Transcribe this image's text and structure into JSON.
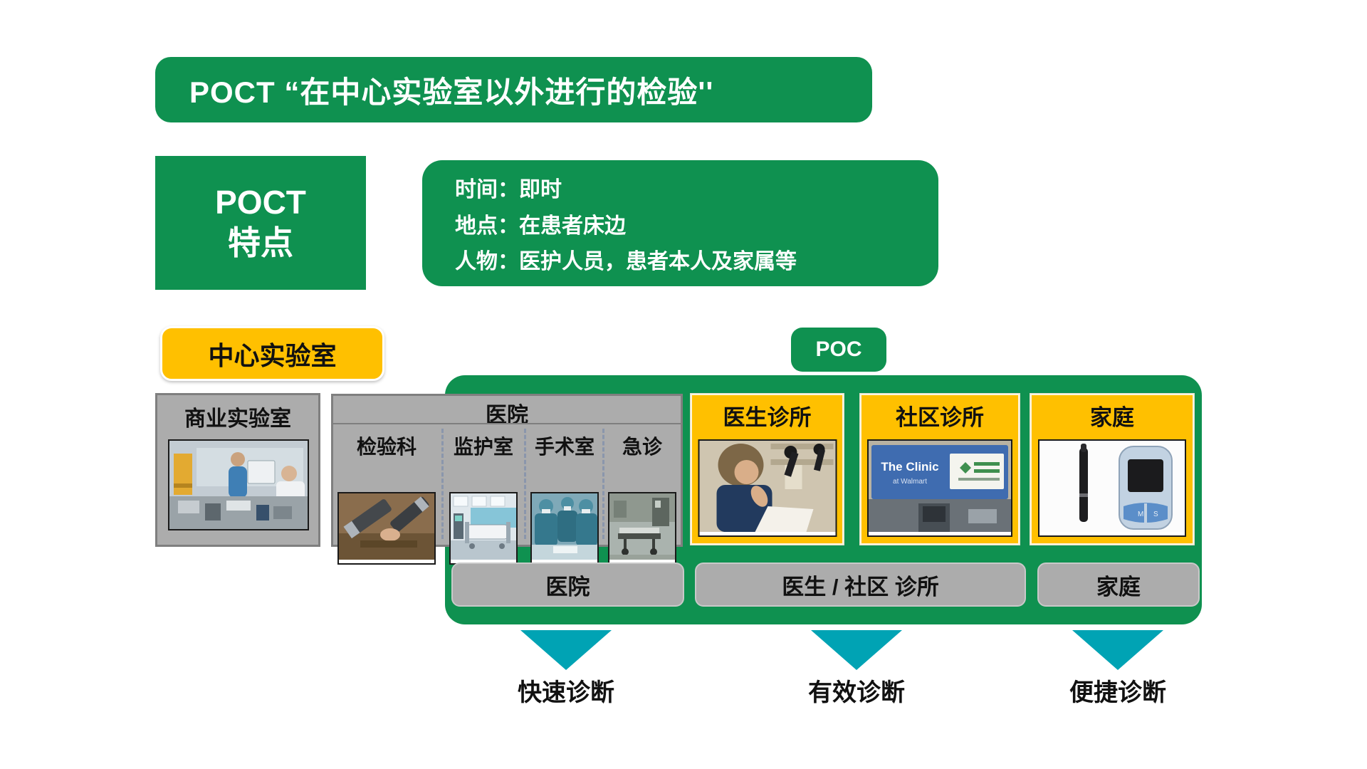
{
  "title": {
    "text": "POCT “在中心实验室以外进行的检验''"
  },
  "features": {
    "heading_line1": "POCT",
    "heading_line2": "特点",
    "items": [
      "时间：即时",
      "地点：在患者床边",
      "人物：医护人员，患者本人及家属等"
    ]
  },
  "central_lab_label": "中心实验室",
  "poc_label": "POC",
  "commercial_lab": {
    "title": "商业实验室",
    "photo": "commercial-lab-photo"
  },
  "hospital": {
    "title": "医院",
    "departments": [
      {
        "label": "检验科",
        "photo": "lab-dept-photo"
      },
      {
        "label": "监护室",
        "photo": "icu-photo"
      },
      {
        "label": "手术室",
        "photo": "operating-room-photo"
      },
      {
        "label": "急诊",
        "photo": "emergency-photo"
      }
    ]
  },
  "poc_sites": [
    {
      "title": "医生诊所",
      "photo": "doctor-office-photo"
    },
    {
      "title": "社区诊所",
      "photo": "community-clinic-photo",
      "sign_line1": "The Clinic",
      "sign_line2": "at Walmart"
    },
    {
      "title": "家庭",
      "photo": "home-devices-photo"
    }
  ],
  "bottom_bars": [
    "医院",
    "医生 / 社区 诊所",
    "家庭"
  ],
  "outcomes": [
    "快速诊断",
    "有效诊断",
    "便捷诊断"
  ],
  "colors": {
    "green": "#0F9150",
    "yellow": "#FFC000",
    "gray": "#ACACAC",
    "gray_border": "#7F7F7F",
    "teal_arrow": "#00A3B4",
    "text_on_green": "#FFFFFF",
    "text_on_yellow": "#111111"
  }
}
